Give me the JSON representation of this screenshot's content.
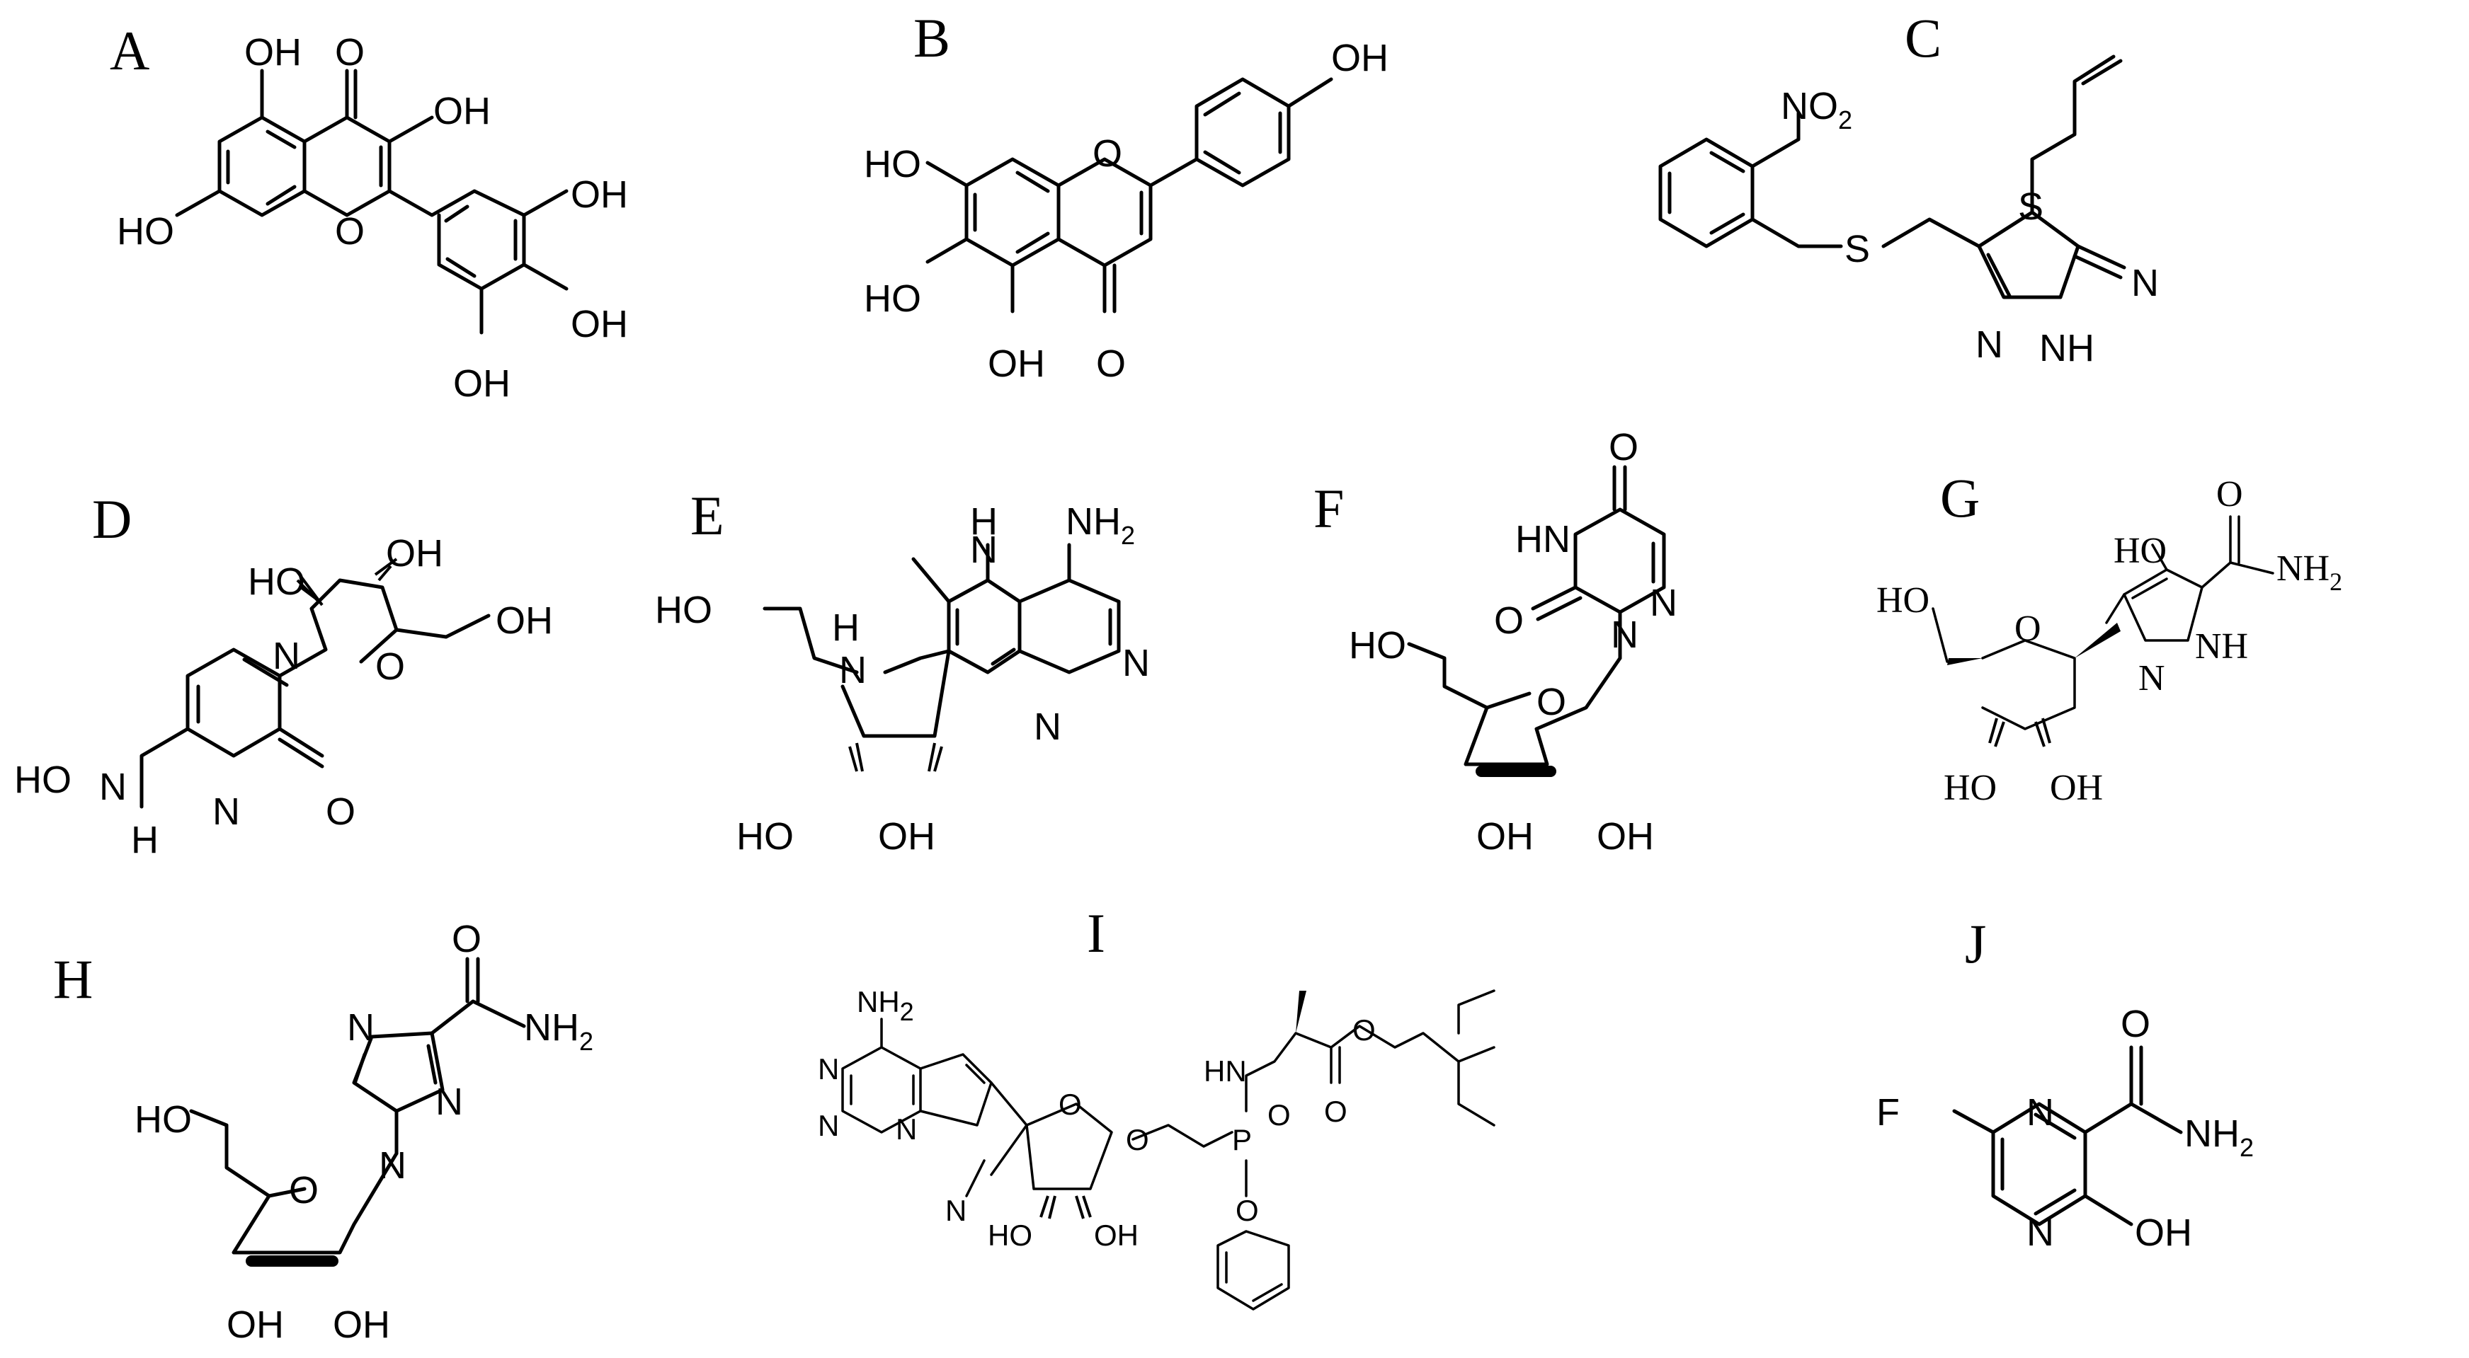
{
  "figure": {
    "panels": [
      {
        "id": "A",
        "labels": [
          "OH",
          "O",
          "OH",
          "HO",
          "O",
          "OH",
          "OH",
          "OH"
        ]
      },
      {
        "id": "B",
        "labels": [
          "OH",
          "HO",
          "O",
          "HO",
          "OH",
          "O"
        ]
      },
      {
        "id": "C",
        "labels": [
          "NO",
          "2",
          "S",
          "N",
          "S",
          "N",
          "NH"
        ]
      },
      {
        "id": "D",
        "labels": [
          "HO",
          "OH",
          "OH",
          "O",
          "N",
          "HO",
          "N",
          "H",
          "N",
          "O"
        ]
      },
      {
        "id": "E",
        "labels": [
          "H",
          "N",
          "NH",
          "2",
          "HO",
          "H",
          "N",
          "N",
          "N",
          "HO",
          "OH"
        ]
      },
      {
        "id": "F",
        "labels": [
          "O",
          "HN",
          "O",
          "N",
          "N",
          "HO",
          "O",
          "OH",
          "OH"
        ]
      },
      {
        "id": "G",
        "labels": [
          "O",
          "HO",
          "NH",
          "2",
          "HO",
          "O",
          "NH",
          "N",
          "HO",
          "OH"
        ]
      },
      {
        "id": "H",
        "labels": [
          "O",
          "N",
          "NH",
          "2",
          "N",
          "N",
          "HO",
          "O",
          "OH",
          "OH"
        ]
      },
      {
        "id": "I",
        "labels": [
          "NH",
          "2",
          "HN",
          "O",
          "O",
          "N",
          "P",
          "O",
          "O",
          "N",
          "N",
          "O",
          "O",
          "N",
          "HO",
          "OH"
        ]
      },
      {
        "id": "J",
        "labels": [
          "O",
          "F",
          "N",
          "NH",
          "2",
          "N",
          "OH"
        ]
      }
    ]
  }
}
